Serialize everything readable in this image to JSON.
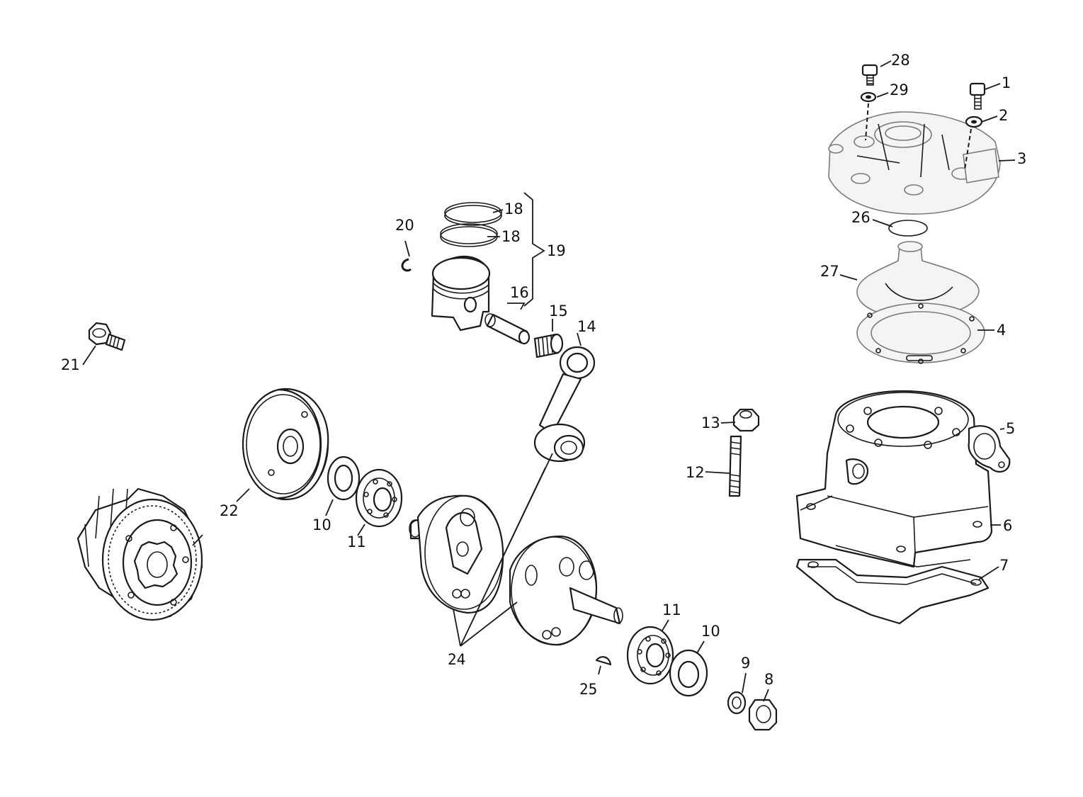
{
  "labels": {
    "n1": "1",
    "n2": "2",
    "n3": "3",
    "n4": "4",
    "n5": "5",
    "n6": "6",
    "n7": "7",
    "n8": "8",
    "n9": "9",
    "n10a": "10",
    "n10b": "10",
    "n11a": "11",
    "n11b": "11",
    "n12": "12",
    "n13": "13",
    "n14": "14",
    "n15": "15",
    "n16": "16",
    "n18a": "18",
    "n18b": "18",
    "n19": "19",
    "n20": "20",
    "n21": "21",
    "n22": "22",
    "n24": "24",
    "n25": "25",
    "n26": "26",
    "n27": "27",
    "n28": "28",
    "n29": "29"
  },
  "colors": {
    "line": "#1a1a1a",
    "grey_line": "#7a7a7a",
    "background": "#ffffff"
  }
}
